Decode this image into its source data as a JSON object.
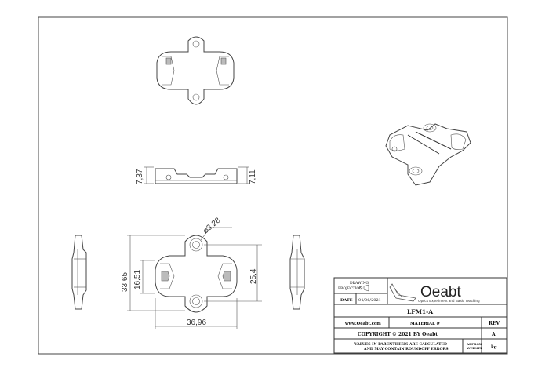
{
  "dimensions": {
    "height_left": "7,37",
    "height_right": "7,11",
    "hole_diameter": "⌀3,28",
    "overall_height": "33,65",
    "inner_height": "16,51",
    "hole_spacing": "25,4",
    "overall_width": "36,96"
  },
  "title_block": {
    "drawing_projection_label": "DRAWING\nPROJECTION",
    "date_label": "DATE",
    "date_value": "04/06/2021",
    "logo_text": "Oeabt",
    "logo_tagline": "Optics Experiment and Basic Teaching",
    "part_number": "LFM1-A",
    "website": "www.Oeabt.com",
    "material_label": "MATERIAL #",
    "rev_label": "REV",
    "copyright": "COPYRIGHT © 2021 BY Oeabt",
    "rev_value": "A",
    "note_line1": "VALUES IN PARENTHESIS ARE CALCULATED",
    "note_line2": "AND MAY CONTAIN ROUNDOFF ERRORS",
    "approx_weight_label": "APPROX\nWEIGHT",
    "weight_unit": "kg"
  },
  "colors": {
    "line": "#333333",
    "background": "#ffffff"
  }
}
